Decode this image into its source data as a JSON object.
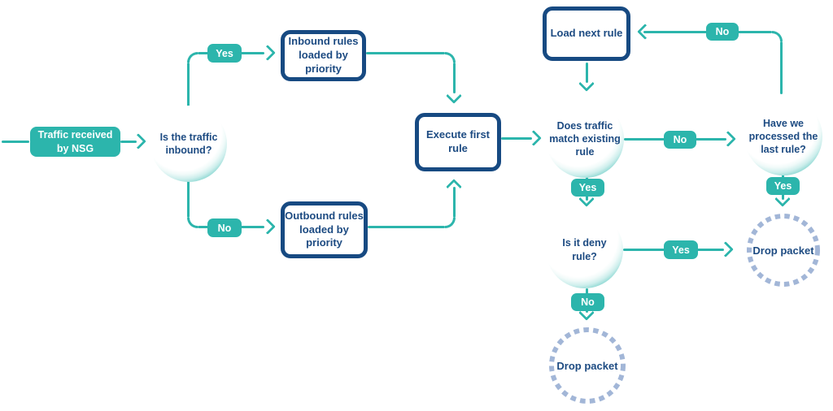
{
  "colors": {
    "teal": "#2cb5ac",
    "navy": "#174a82",
    "navy_text": "#1d4b82",
    "dashed_blue": "#a2b6d7",
    "background": "#ffffff"
  },
  "nodes": {
    "start": {
      "label": [
        "Traffic received",
        "by NSG"
      ]
    },
    "inbound_q": {
      "label": [
        "Is the traffic",
        "inbound?"
      ]
    },
    "inbound_rules": {
      "label": [
        "Inbound rules",
        "loaded by",
        "priority"
      ]
    },
    "outbound_rules": {
      "label": [
        "Outbound rules",
        "loaded by",
        "priority"
      ]
    },
    "execute_first": {
      "label": [
        "Execute first",
        "rule"
      ]
    },
    "load_next": {
      "label": "Load next rule"
    },
    "match_q": {
      "label": [
        "Does traffic",
        "match existing",
        "rule"
      ]
    },
    "last_rule_q": {
      "label": [
        "Have we",
        "processed the",
        "last rule?"
      ]
    },
    "deny_q": {
      "label": [
        "Is it deny",
        "rule?"
      ]
    },
    "drop_right": {
      "label": "Drop packet"
    },
    "drop_bottom": {
      "label": "Drop packet"
    }
  },
  "edges": {
    "inbound_yes": {
      "label": "Yes"
    },
    "outbound_no": {
      "label": "No"
    },
    "match_no": {
      "label": "No"
    },
    "match_yes": {
      "label": "Yes"
    },
    "last_rule_no": {
      "label": "No"
    },
    "last_rule_yes": {
      "label": "Yes"
    },
    "deny_yes": {
      "label": "Yes"
    },
    "deny_no": {
      "label": "No"
    }
  }
}
